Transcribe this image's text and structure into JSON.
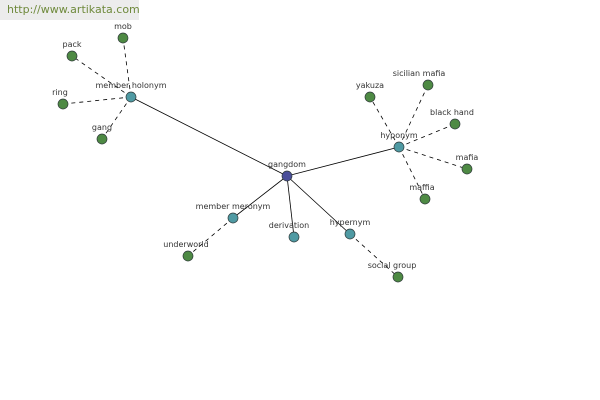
{
  "watermark": {
    "text": "http://www.artikata.com"
  },
  "graph": {
    "colors": {
      "root": "#4a4e9a",
      "relation": "#4f9aa3",
      "leaf": "#4e8a44",
      "edge": "#000000",
      "node_stroke": "#2f3a3a"
    },
    "nodes": [
      {
        "id": "gangdom",
        "label": "gangdom",
        "kind": "root"
      },
      {
        "id": "member-holonym",
        "label": "member holonym",
        "kind": "relation"
      },
      {
        "id": "hyponym",
        "label": "hyponym",
        "kind": "relation"
      },
      {
        "id": "member-meronym",
        "label": "member meronym",
        "kind": "relation"
      },
      {
        "id": "derivation",
        "label": "derivation",
        "kind": "relation"
      },
      {
        "id": "hypernym",
        "label": "hypernym",
        "kind": "relation"
      },
      {
        "id": "mob",
        "label": "mob",
        "kind": "leaf"
      },
      {
        "id": "pack",
        "label": "pack",
        "kind": "leaf"
      },
      {
        "id": "ring",
        "label": "ring",
        "kind": "leaf"
      },
      {
        "id": "gang",
        "label": "gang",
        "kind": "leaf"
      },
      {
        "id": "yakuza",
        "label": "yakuza",
        "kind": "leaf"
      },
      {
        "id": "sicilian-mafia",
        "label": "sicilian mafia",
        "kind": "leaf"
      },
      {
        "id": "black-hand",
        "label": "black hand",
        "kind": "leaf"
      },
      {
        "id": "mafia",
        "label": "mafia",
        "kind": "leaf"
      },
      {
        "id": "maffia",
        "label": "maffia",
        "kind": "leaf"
      },
      {
        "id": "underworld",
        "label": "underworld",
        "kind": "leaf"
      },
      {
        "id": "social-group",
        "label": "social group",
        "kind": "leaf"
      }
    ],
    "edges": [
      {
        "from": "gangdom",
        "to": "member-holonym",
        "style": "solid"
      },
      {
        "from": "gangdom",
        "to": "hyponym",
        "style": "solid"
      },
      {
        "from": "gangdom",
        "to": "member-meronym",
        "style": "solid"
      },
      {
        "from": "gangdom",
        "to": "derivation",
        "style": "solid"
      },
      {
        "from": "gangdom",
        "to": "hypernym",
        "style": "solid"
      },
      {
        "from": "member-holonym",
        "to": "mob",
        "style": "dashed"
      },
      {
        "from": "member-holonym",
        "to": "pack",
        "style": "dashed"
      },
      {
        "from": "member-holonym",
        "to": "ring",
        "style": "dashed"
      },
      {
        "from": "member-holonym",
        "to": "gang",
        "style": "dashed"
      },
      {
        "from": "hyponym",
        "to": "yakuza",
        "style": "dashed"
      },
      {
        "from": "hyponym",
        "to": "sicilian-mafia",
        "style": "dashed"
      },
      {
        "from": "hyponym",
        "to": "black-hand",
        "style": "dashed"
      },
      {
        "from": "hyponym",
        "to": "mafia",
        "style": "dashed"
      },
      {
        "from": "hyponym",
        "to": "maffia",
        "style": "dashed"
      },
      {
        "from": "member-meronym",
        "to": "underworld",
        "style": "dashed"
      },
      {
        "from": "hypernym",
        "to": "social-group",
        "style": "dashed"
      }
    ]
  }
}
